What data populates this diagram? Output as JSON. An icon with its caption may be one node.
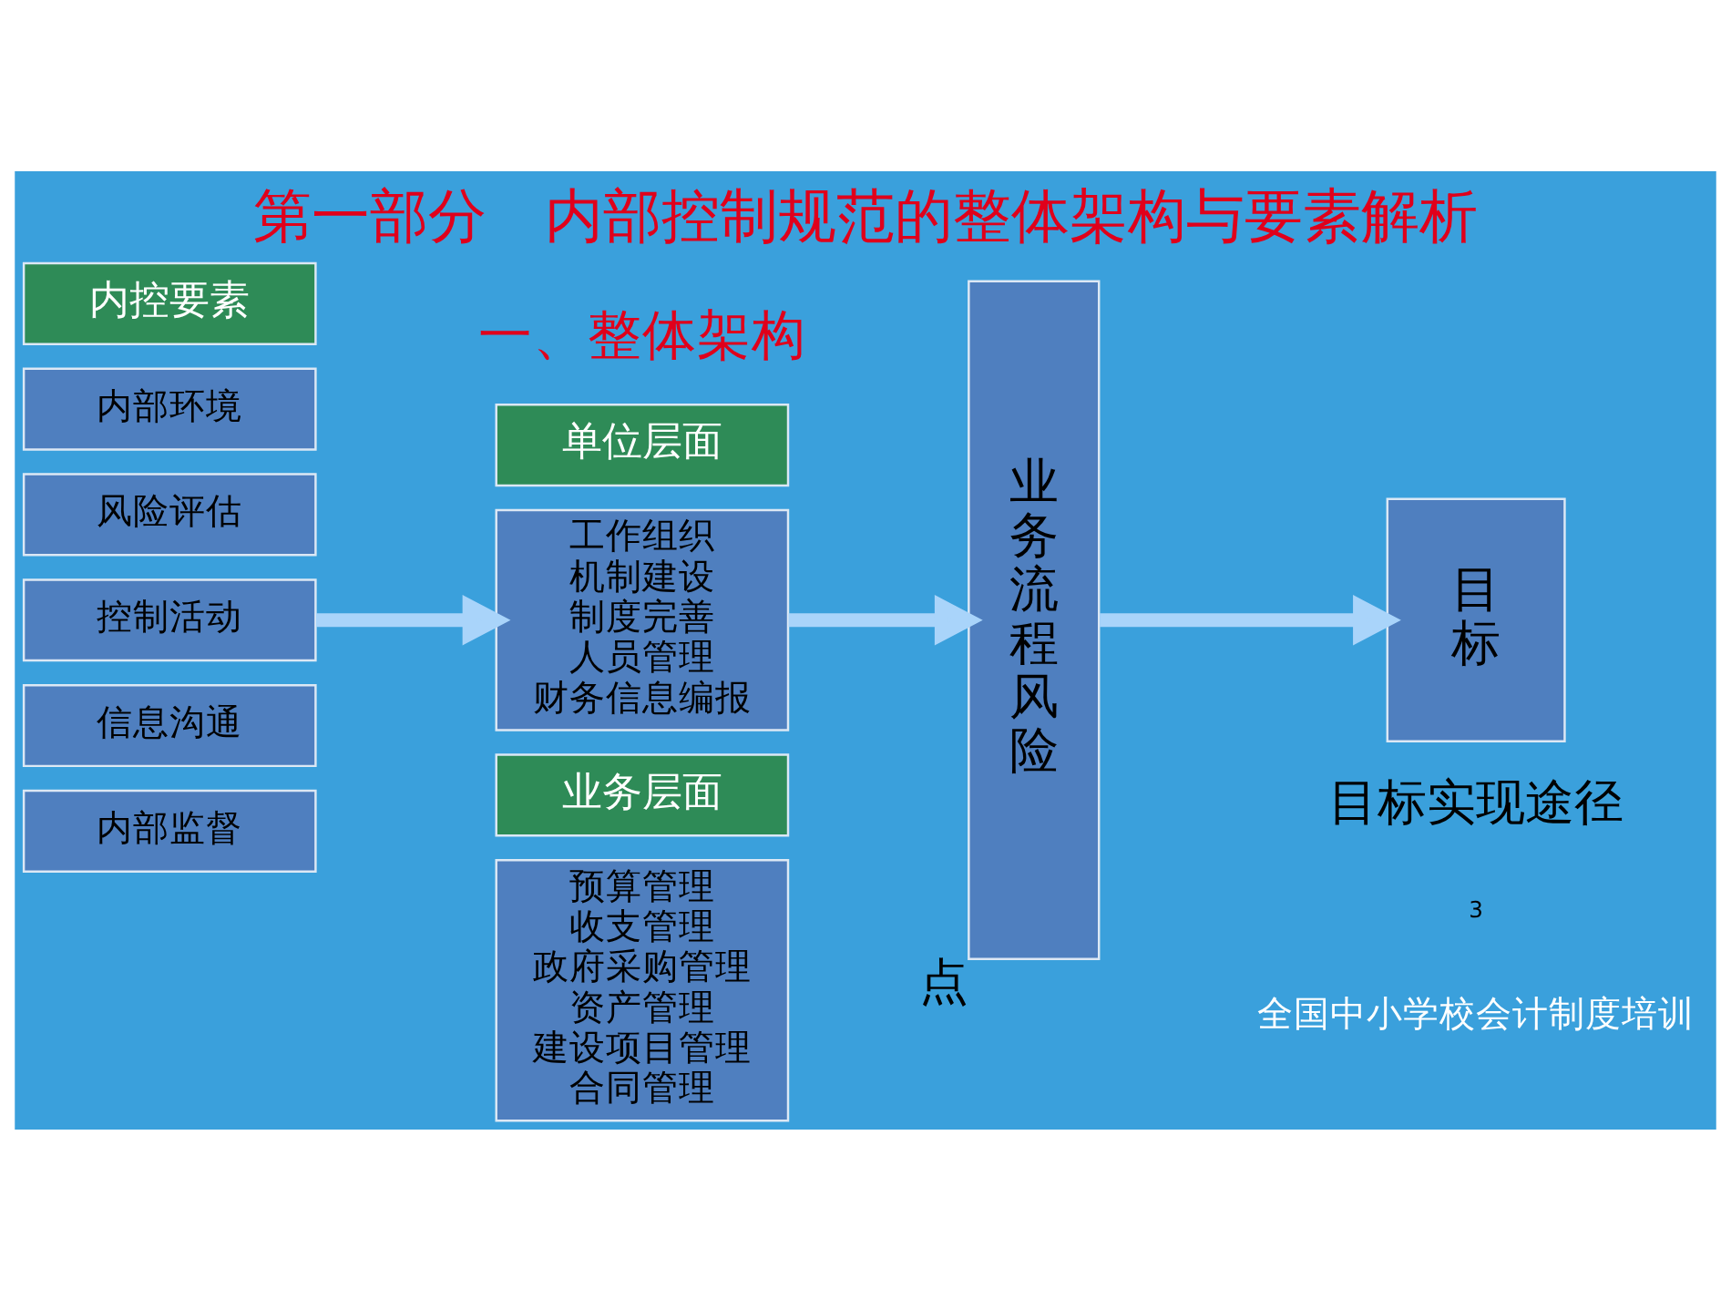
{
  "diagram": {
    "title": "第一部分　内部控制规范的整体架构与要素解析",
    "nodes": [
      {
        "text": [
          "内控要素"
        ]
      },
      {
        "text": [
          "内部环境"
        ]
      },
      {
        "text": [
          "风险评估"
        ]
      },
      {
        "text": [
          "控制活动"
        ]
      },
      {
        "text": [
          "信息沟通"
        ]
      },
      {
        "text": [
          "内部监督"
        ]
      },
      {
        "text": [
          "单位层面"
        ]
      },
      {
        "text": [
          "工作组织",
          "机制建设",
          "制度完善",
          "人员管理",
          "财务信息编报"
        ]
      },
      {
        "text": [
          "业务层面"
        ]
      },
      {
        "text": [
          "预算管理",
          "收支管理",
          "政府采购管理",
          "资产管理",
          "建设项目管理",
          "合同管理"
        ]
      },
      {
        "text": [
          "业务流程风险"
        ],
        "beside": [
          "点"
        ]
      },
      {
        "text": [
          "目标"
        ]
      }
    ],
    "edges": [
      {
        "from": 3,
        "to": 7,
        "arrow": "to"
      },
      {
        "from": 7,
        "to": 10,
        "arrow": "to"
      },
      {
        "from": 10,
        "to": 11,
        "arrow": "to"
      }
    ],
    "labels": [
      "一、整体架构",
      "目标实现途径",
      "3",
      "全国中小学校会计制度培训"
    ]
  }
}
